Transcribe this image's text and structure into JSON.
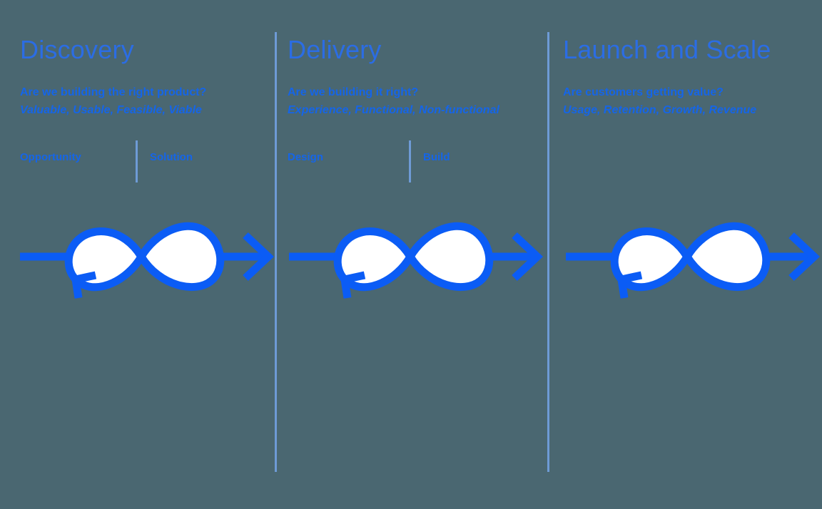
{
  "canvas": {
    "background_color": "#4a6771",
    "accent_color": "#1565e8",
    "title_color": "#2b6de4",
    "divider_color": "#6e9bd6",
    "loop_stroke_color": "#0b5cf5",
    "loop_fill_color": "#ffffff"
  },
  "columns": [
    {
      "title": "Discovery",
      "question": "Are we building the right product?",
      "attributes": "Valuable, Usable, Feasible, Viable",
      "sublabel_left": "Opportunity",
      "sublabel_right": "Solution",
      "has_sublabels": true,
      "icon": "infinity-loop-icon"
    },
    {
      "title": "Delivery",
      "question": "Are we building it right?",
      "attributes": "Experience, Functional, Non-functional",
      "sublabel_left": "Design",
      "sublabel_right": "Build",
      "has_sublabels": true,
      "icon": "infinity-loop-icon"
    },
    {
      "title": "Launch and Scale",
      "question": "Are customers getting value?",
      "attributes": "Usage, Retention, Growth, Revenue",
      "sublabel_left": "",
      "sublabel_right": "",
      "has_sublabels": false,
      "icon": "infinity-loop-icon"
    }
  ]
}
